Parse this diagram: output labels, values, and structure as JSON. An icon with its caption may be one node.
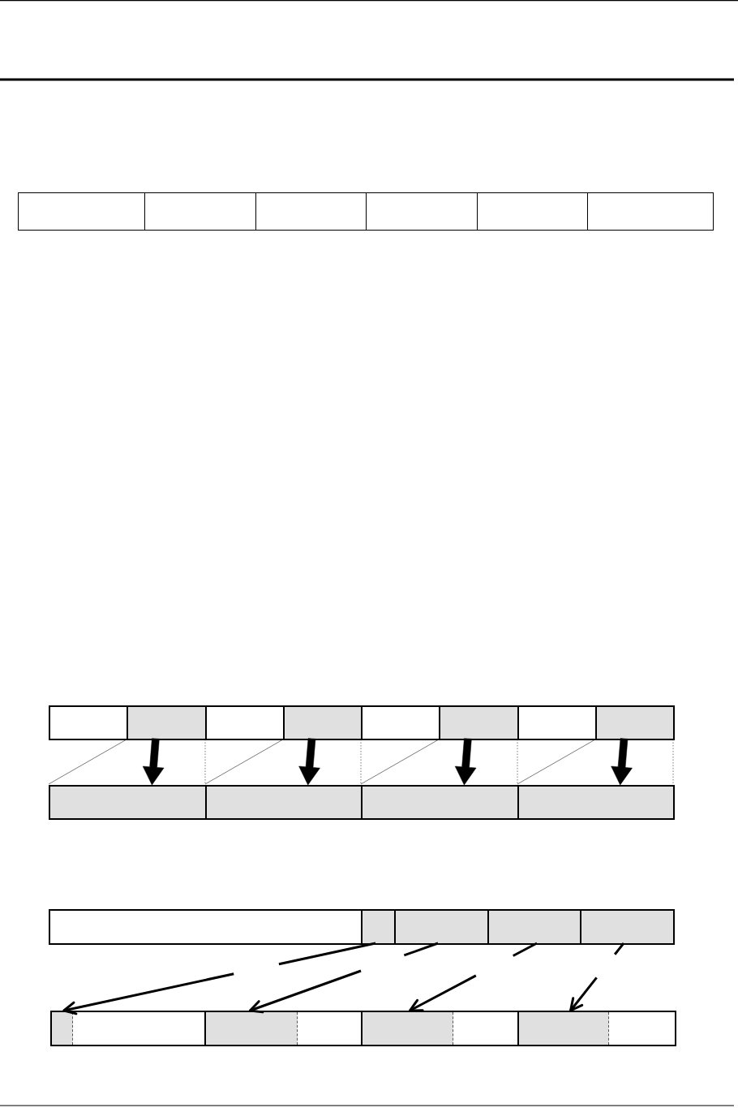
{
  "diagram": {
    "nodes": [
      {
        "text": [],
        "shape": "box"
      },
      {
        "text": [],
        "shape": "box"
      },
      {
        "text": [],
        "shape": "box"
      },
      {
        "text": [],
        "shape": "box"
      },
      {
        "text": [],
        "shape": "box"
      },
      {
        "text": [],
        "shape": "box"
      },
      {
        "text": [],
        "shape": "box"
      },
      {
        "text": [],
        "shape": "box"
      },
      {
        "text": [],
        "shape": "box"
      },
      {
        "text": [],
        "shape": "box"
      },
      {
        "text": [],
        "shape": "box"
      },
      {
        "text": [],
        "shape": "box"
      },
      {
        "text": [],
        "shape": "box"
      },
      {
        "text": [],
        "shape": "box"
      },
      {
        "text": [],
        "shape": "box"
      },
      {
        "text": [],
        "shape": "box"
      },
      {
        "text": [],
        "shape": "box"
      },
      {
        "text": [],
        "shape": "box"
      },
      {
        "text": [],
        "shape": "box"
      },
      {
        "text": [],
        "shape": "box"
      },
      {
        "text": [],
        "shape": "box"
      },
      {
        "text": [],
        "shape": "box"
      },
      {
        "text": [],
        "shape": "box"
      },
      {
        "text": [],
        "shape": "box"
      },
      {
        "text": [],
        "shape": "box",
        "in": 23
      },
      {
        "text": [],
        "shape": "box"
      },
      {
        "text": [],
        "shape": "box",
        "in": 25
      },
      {
        "text": [],
        "shape": "box"
      },
      {
        "text": [],
        "shape": "box",
        "in": 27
      },
      {
        "text": [],
        "shape": "box"
      },
      {
        "text": [],
        "shape": "box",
        "in": 29
      }
    ],
    "edges": [
      {
        "from": 7,
        "to": 14,
        "arrow": "to",
        "style": "thick"
      },
      {
        "from": 9,
        "to": 15,
        "arrow": "to",
        "style": "thick"
      },
      {
        "from": 11,
        "to": 16,
        "arrow": "to",
        "style": "thick"
      },
      {
        "from": 13,
        "to": 17,
        "arrow": "to",
        "style": "thick"
      },
      {
        "from": 19,
        "to": 24,
        "arrow": "to"
      },
      {
        "from": 20,
        "to": 26,
        "arrow": "to"
      },
      {
        "from": 21,
        "to": 28,
        "arrow": "to"
      },
      {
        "from": 22,
        "to": 30,
        "arrow": "to"
      }
    ]
  }
}
